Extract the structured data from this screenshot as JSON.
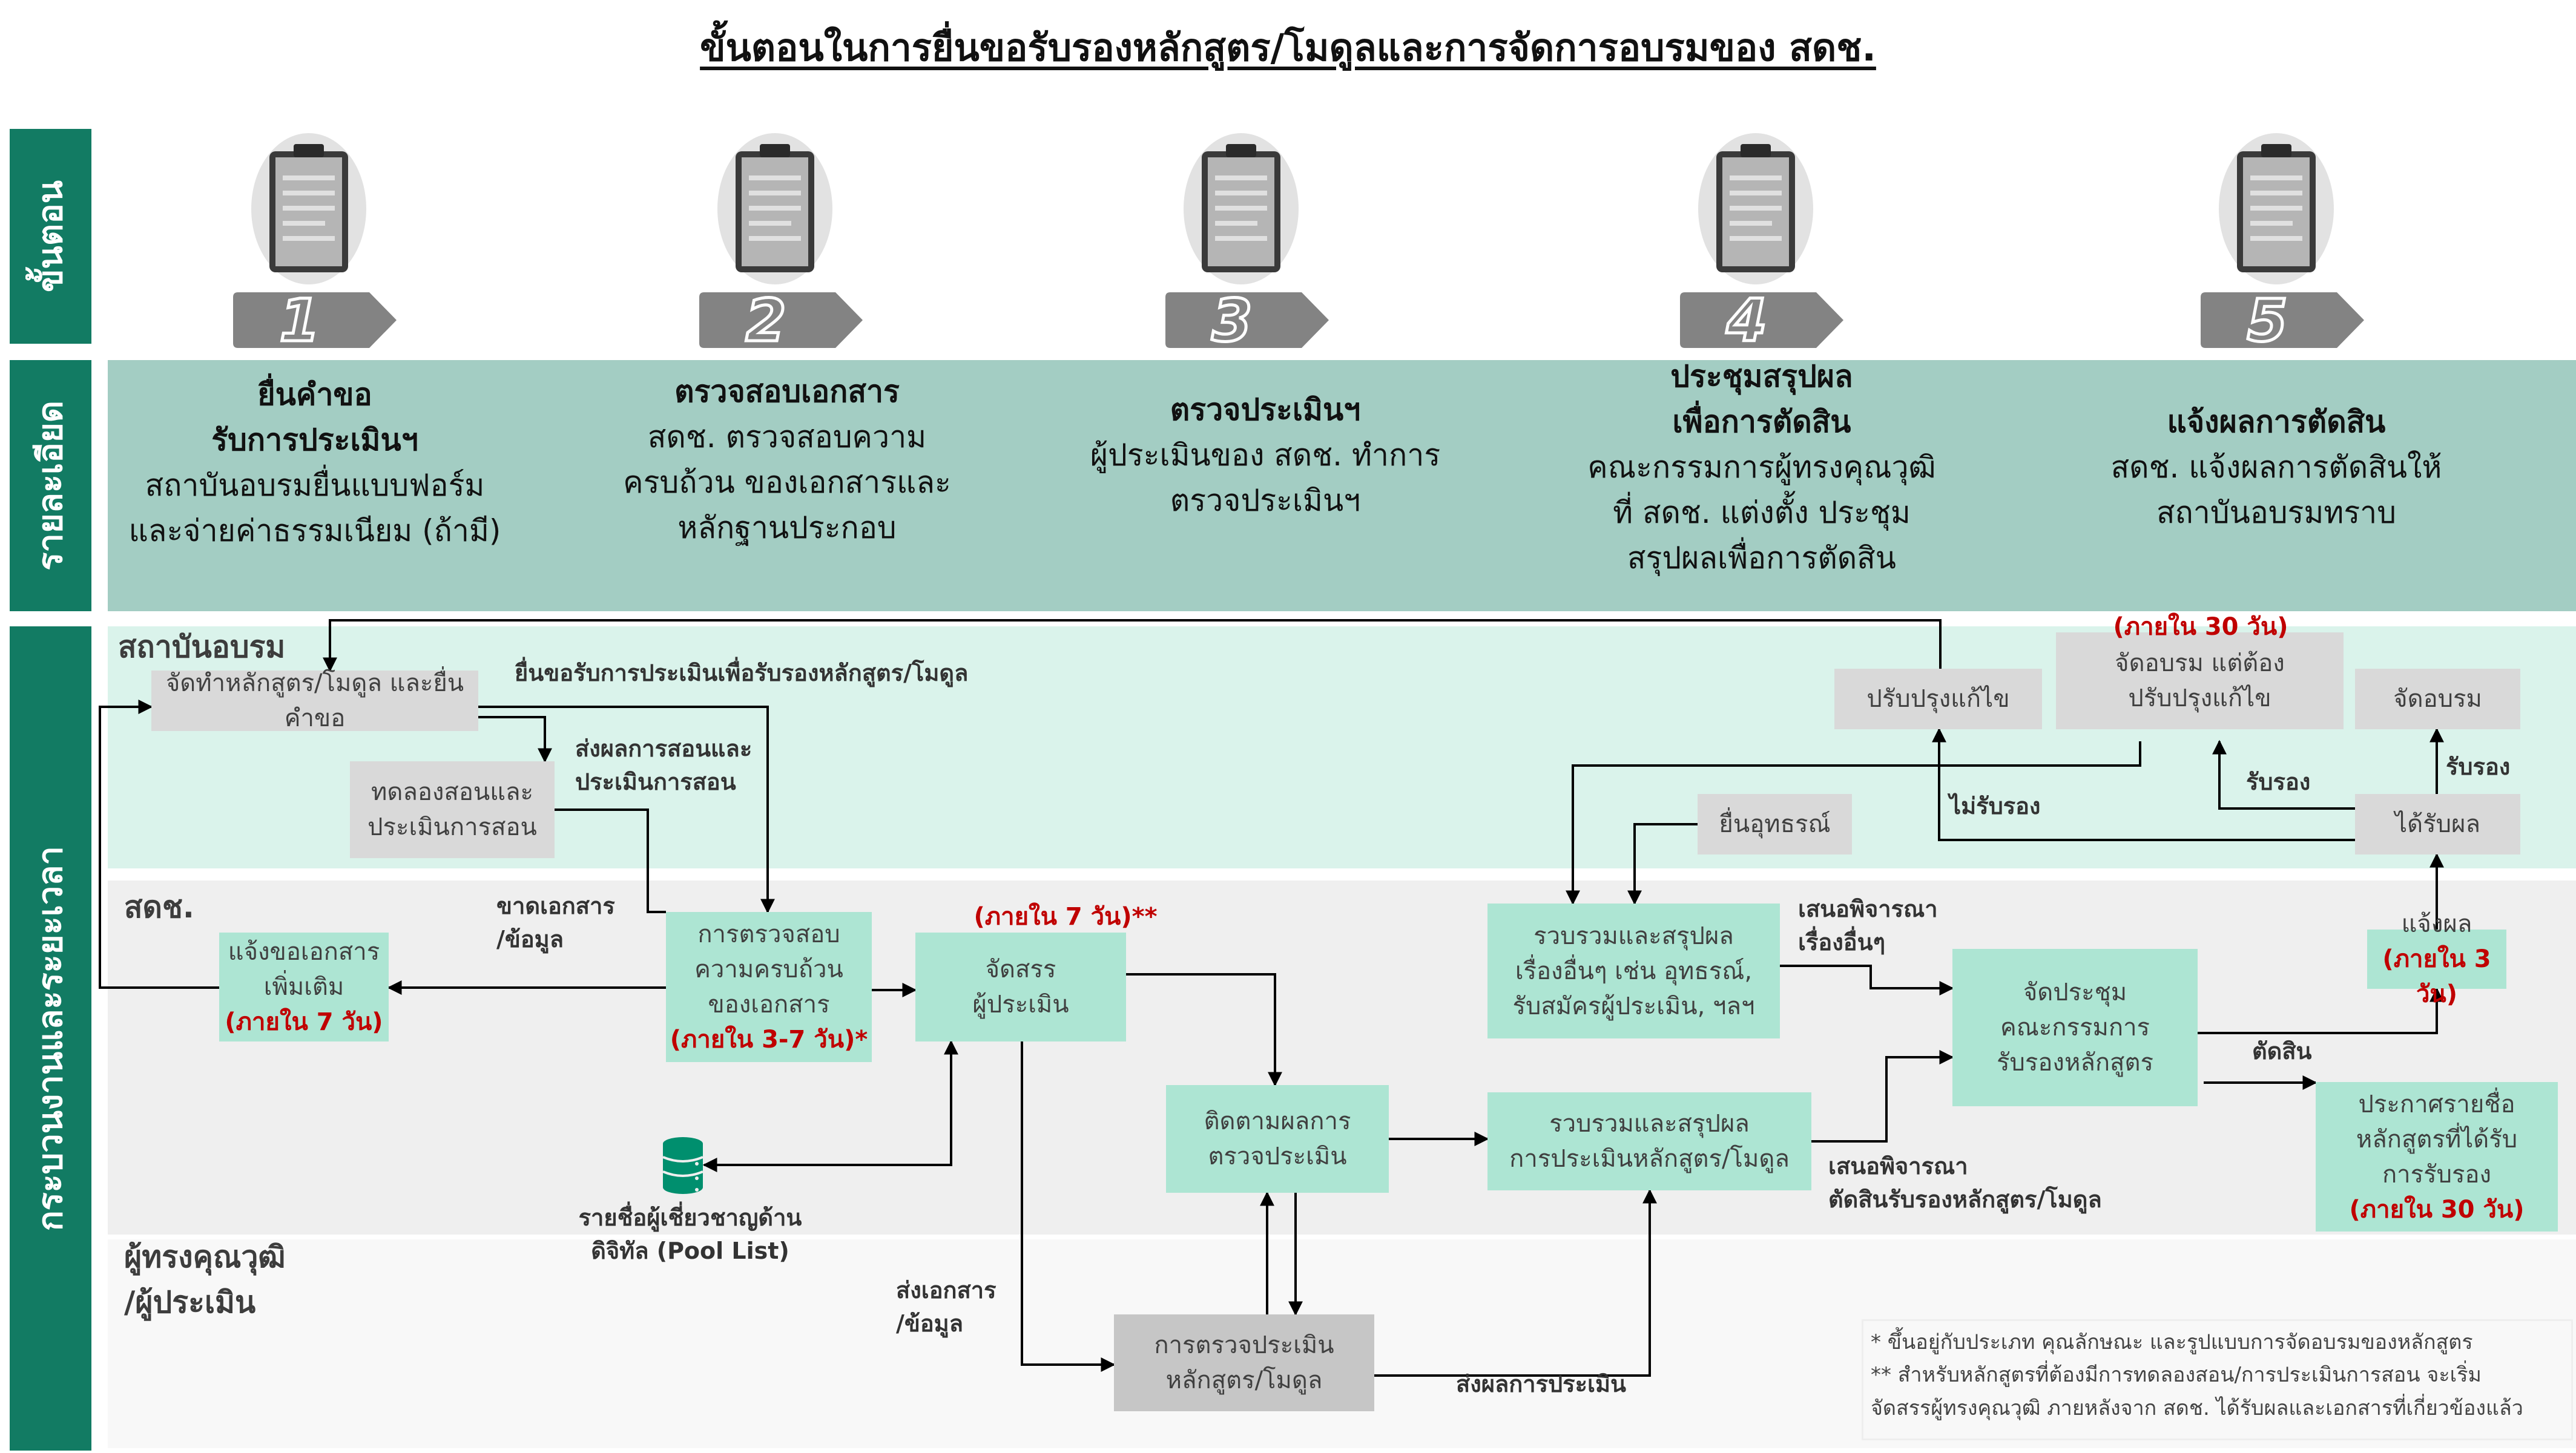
{
  "title": "ขั้นตอนในการยื่นขอรับรองหลักสูตร/โมดูลและการจัดการอบรมของ สดช.",
  "side_labels": {
    "steps": "ขั้นตอน",
    "details": "รายละเอียด",
    "process": "กระบวนงานและระยะเวลา"
  },
  "steps": [
    {
      "number": "1",
      "icon": "clipboard-briefcase-icon",
      "heading": [
        "ยื่นคำขอ",
        "รับการประเมินฯ"
      ],
      "body": [
        "สถาบันอบรมยื่นแบบฟอร์ม",
        "และจ่ายค่าธรรมเนียม (ถ้ามี)"
      ]
    },
    {
      "number": "2",
      "icon": "clipboard-review-icon",
      "heading": [
        "ตรวจสอบเอกสาร"
      ],
      "body": [
        "สดช. ตรวจสอบความ",
        "ครบถ้วน ของเอกสารและ",
        "หลักฐานประกอบ"
      ]
    },
    {
      "number": "3",
      "icon": "checklist-evaluation-icon",
      "heading": [
        "ตรวจประเมินฯ"
      ],
      "body": [
        "ผู้ประเมินของ สดช. ทำการ",
        "ตรวจประเมินฯ"
      ]
    },
    {
      "number": "4",
      "icon": "meeting-icon",
      "heading": [
        "ประชุมสรุปผล",
        "เพื่อการตัดสิน"
      ],
      "body": [
        "คณะกรรมการผู้ทรงคุณวุฒิ",
        "ที่ สดช. แต่งตั้ง ประชุม",
        "สรุปผลเพื่อการตัดสิน"
      ]
    },
    {
      "number": "5",
      "icon": "approved-icon",
      "heading": [
        "แจ้งผลการตัดสิน"
      ],
      "body": [
        "สดช. แจ้งผลการตัดสินให้",
        "สถาบันอบรมทราบ"
      ]
    }
  ],
  "lanes": {
    "institute": "สถาบันอบรม",
    "onde": "สดช.",
    "expert": [
      "ผู้ทรงคุณวุฒิ",
      "/ผู้ประเมิน"
    ]
  },
  "boxes": {
    "prepare": [
      "จัดทำหลักสูตร/โมดูล และยื่นคำขอ"
    ],
    "trial": [
      "ทดลองสอนและ",
      "ประเมินการสอน"
    ],
    "improve": [
      "ปรับปรุงแก้ไข"
    ],
    "train_fix": [
      "จัดอบรม แต่ต้อง",
      "ปรับปรุงแก้ไข"
    ],
    "train": [
      "จัดอบรม"
    ],
    "appeal": [
      "ยื่นอุทธรณ์"
    ],
    "receive": [
      "ได้รับผล"
    ],
    "request_docs": [
      "แจ้งขอเอกสาร",
      "เพิ่มเติม"
    ],
    "check_docs": [
      "การตรวจสอบ",
      "ความครบถ้วน",
      "ของเอกสาร"
    ],
    "assign": [
      "จัดสรร",
      "ผู้ประเมิน"
    ],
    "collect_other": [
      "รวบรวมและสรุปผล",
      "เรื่องอื่นๆ เช่น อุทธรณ์,",
      "รับสมัครผู้ประเมิน, ฯลฯ"
    ],
    "follow": [
      "ติดตามผลการ",
      "ตรวจประเมิน"
    ],
    "collect_eval": [
      "รวบรวมและสรุปผล",
      "การประเมินหลักสูตร/โมดูล"
    ],
    "meeting": [
      "จัดประชุม",
      "คณะกรรมการ",
      "รับรองหลักสูตร"
    ],
    "notify": [
      "แจ้งผล"
    ],
    "announce": [
      "ประกาศรายชื่อ",
      "หลักสูตรที่ได้รับ",
      "การรับรอง"
    ],
    "evaluate": [
      "การตรวจประเมิน",
      "หลักสูตร/โมดูล"
    ]
  },
  "deadlines": {
    "train_fix": "(ภายใน 30 วัน)",
    "request_docs": "(ภายใน 7 วัน)",
    "check_docs": "(ภายใน 3-7 วัน)*",
    "assign": "(ภายใน 7 วัน)**",
    "notify": "(ภายใน 3 วัน)",
    "announce": "(ภายใน 30 วัน)"
  },
  "edge_labels": {
    "submit": "ยื่นขอรับการประเมินเพื่อรับรองหลักสูตร/โมดูล",
    "send_trial": [
      "ส่งผลการสอนและ",
      "ประเมินการสอน"
    ],
    "missing": [
      "ขาดเอกสาร",
      "/ข้อมูล"
    ],
    "send_docs": [
      "ส่งเอกสาร",
      "/ข้อมูล"
    ],
    "send_result": "ส่งผลการประเมิน",
    "propose_other": [
      "เสนอพิจารณา",
      "เรื่องอื่นๆ"
    ],
    "propose_decide": [
      "เสนอพิจารณา",
      "ตัดสินรับรองหลักสูตร/โมดูล"
    ],
    "decide": "ตัดสิน",
    "not_certified": "ไม่รับรอง",
    "certified_a": "รับรอง",
    "certified_b": "รับรอง"
  },
  "pool": {
    "icon": "database-icon",
    "label": [
      "รายชื่อผู้เชี่ยวชาญด้าน",
      "ดิจิทัล (Pool List)"
    ]
  },
  "footnotes": [
    "* ขึ้นอยู่กับประเภท คุณลักษณะ และรูปแบบการจัดอบรมของหลักสูตร",
    "** สำหรับหลักสูตรที่ต้องมีการทดลองสอน/การประเมินการสอน จะเริ่ม",
    "จัดสรรผู้ทรงคุณวุฒิ ภายหลังจาก สดช. ได้รับผลและเอกสารที่เกี่ยวข้องแล้ว"
  ],
  "colors": {
    "side_label_bg": "#127b63",
    "detail_band_bg": "#a3cdc3",
    "institute_lane_bg": "#daf3eb",
    "onde_lane_bg": "#efefef",
    "expert_lane_bg": "#f8f8f8",
    "mint_box": "#ade5d3",
    "grey_box": "#d9d9d9",
    "deadline_red": "#c00000",
    "database_green": "#008f6e"
  }
}
